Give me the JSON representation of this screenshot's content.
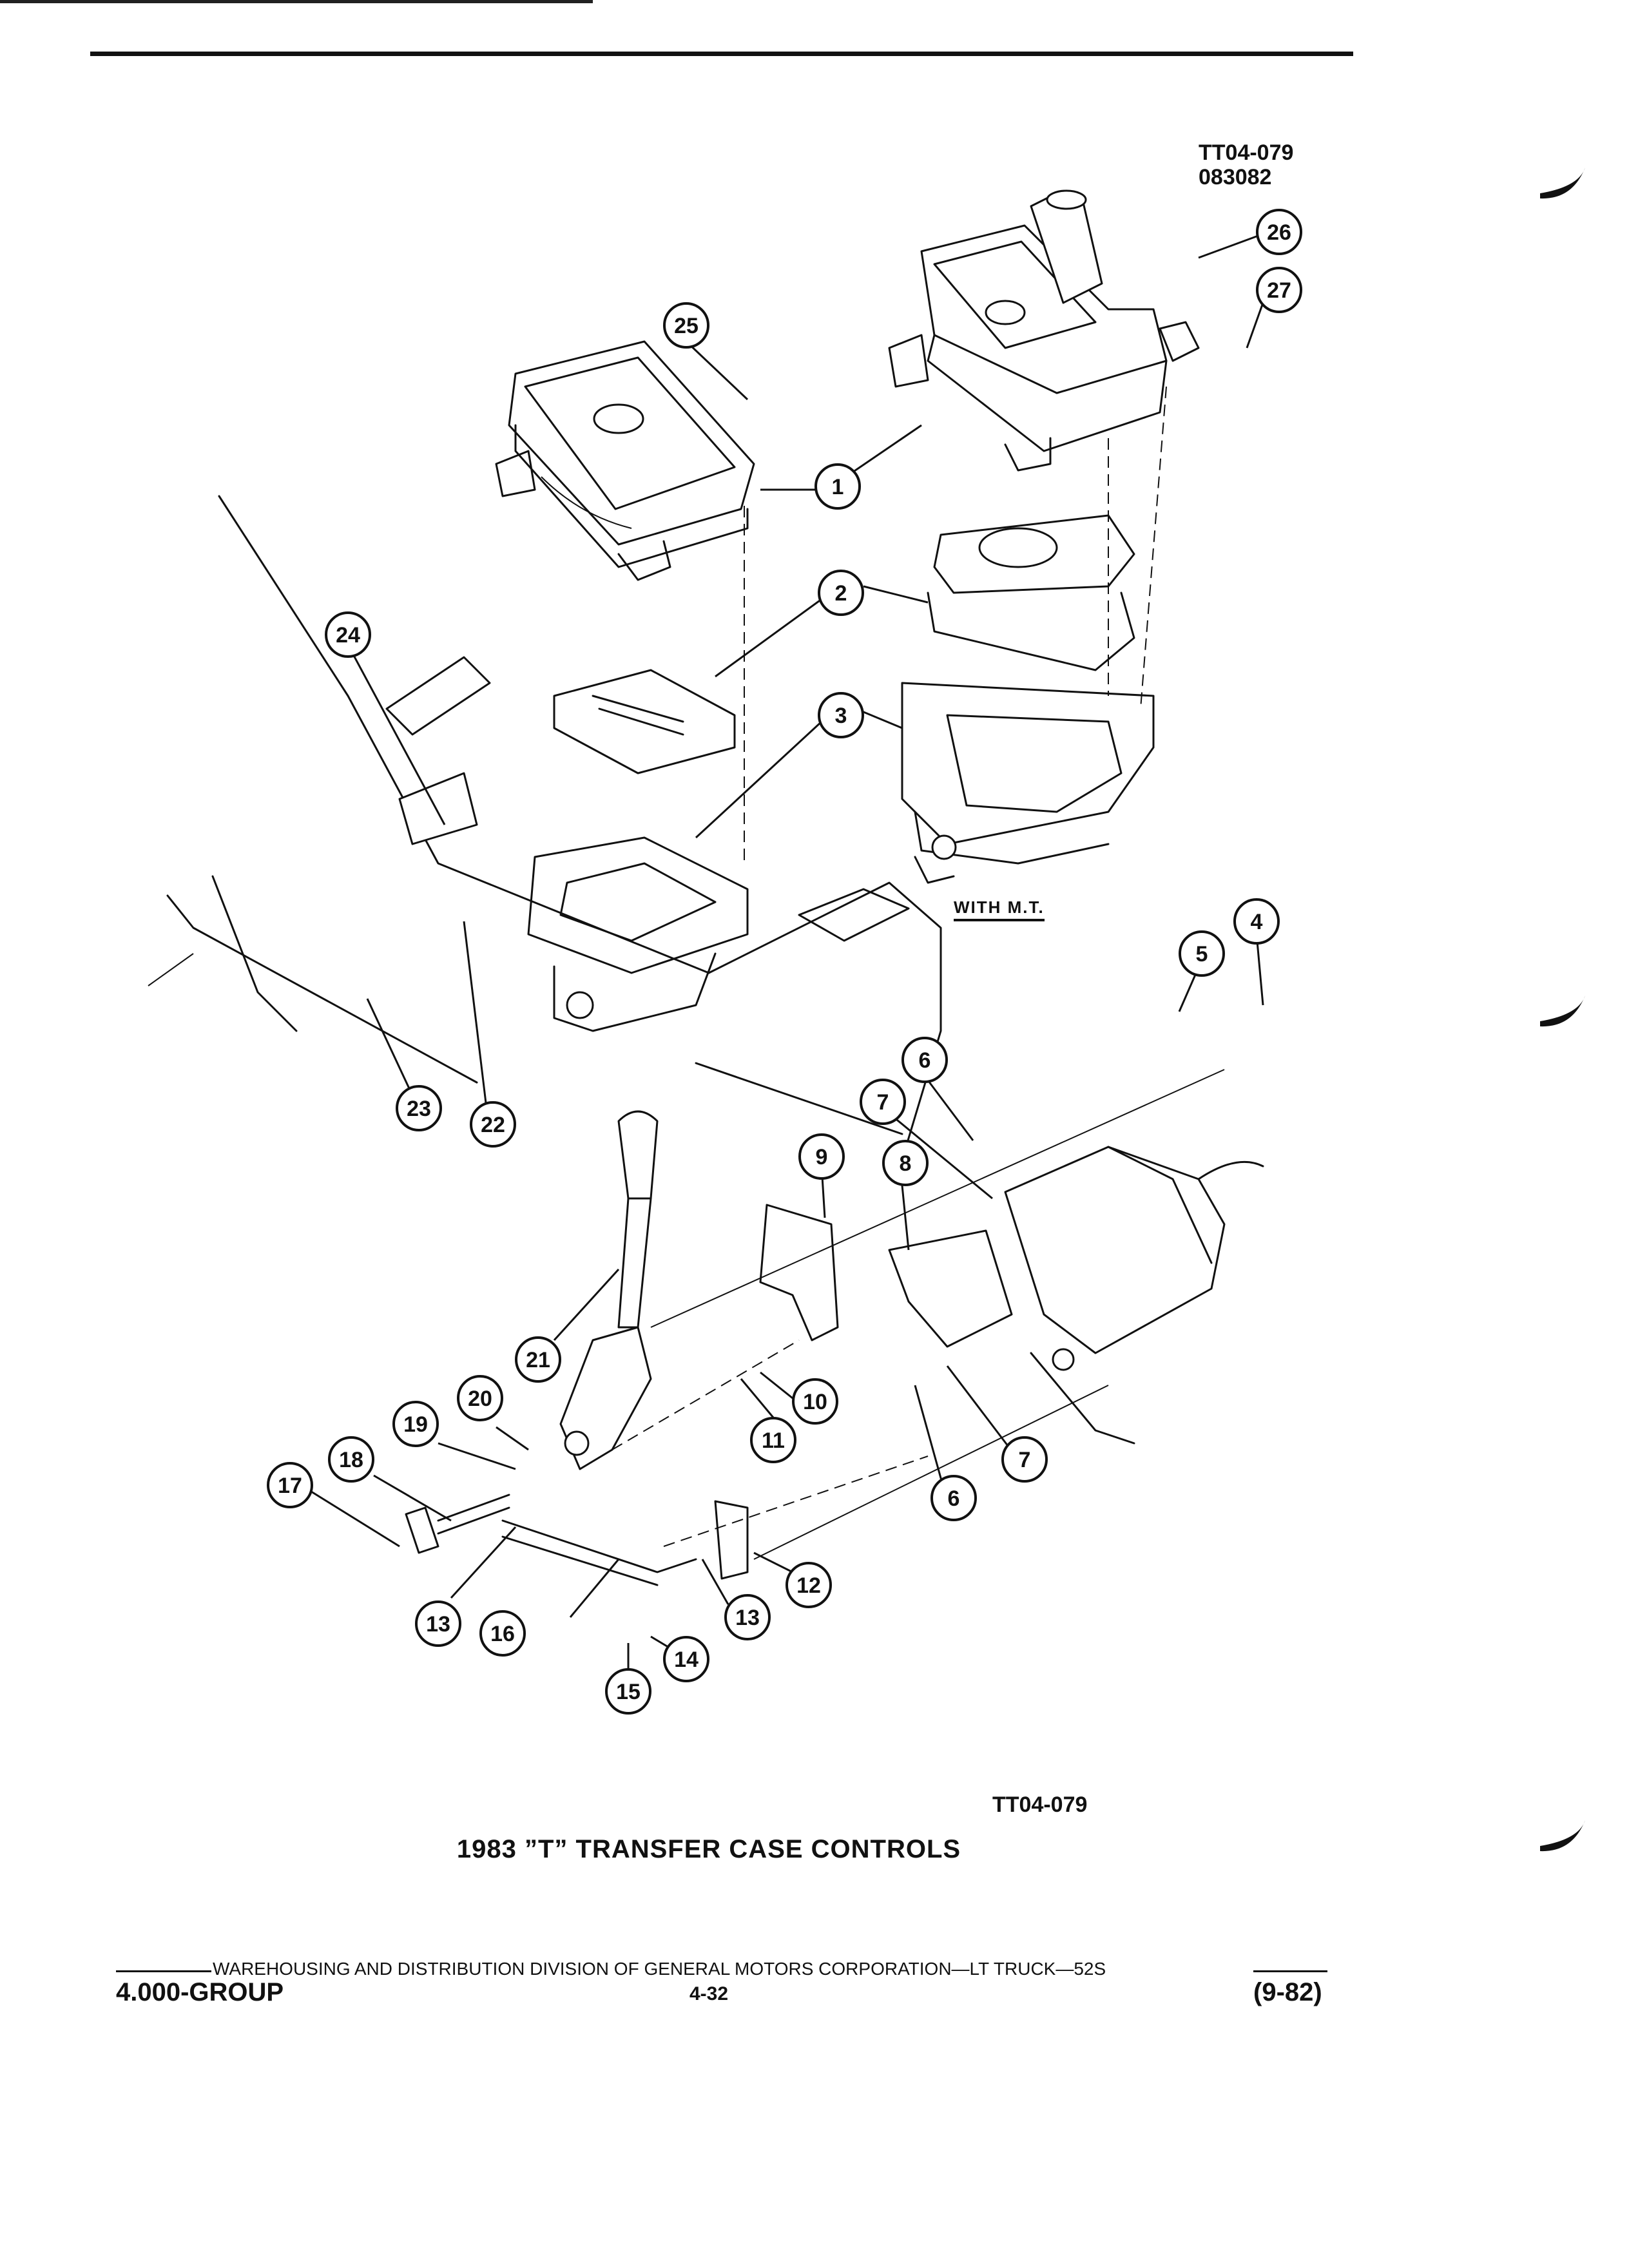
{
  "figure": {
    "code_top": "TT04-079",
    "date_code": "083082",
    "code_bottom": "TT04-079",
    "caption": "1983 ”T” TRANSFER CASE CONTROLS",
    "variant_label": "WITH M.T."
  },
  "callouts": [
    "1",
    "2",
    "3",
    "4",
    "5",
    "6",
    "7",
    "8",
    "9",
    "10",
    "11",
    "12",
    "13",
    "14",
    "15",
    "16",
    "17",
    "18",
    "19",
    "20",
    "21",
    "22",
    "23",
    "24",
    "25",
    "26",
    "27"
  ],
  "footer": {
    "division_line": "WAREHOUSING AND DISTRIBUTION  DIVISION OF GENERAL MOTORS CORPORATION—LT TRUCK—52S",
    "group": "4.000-GROUP",
    "page": "4-32",
    "date": "(9-82)"
  }
}
